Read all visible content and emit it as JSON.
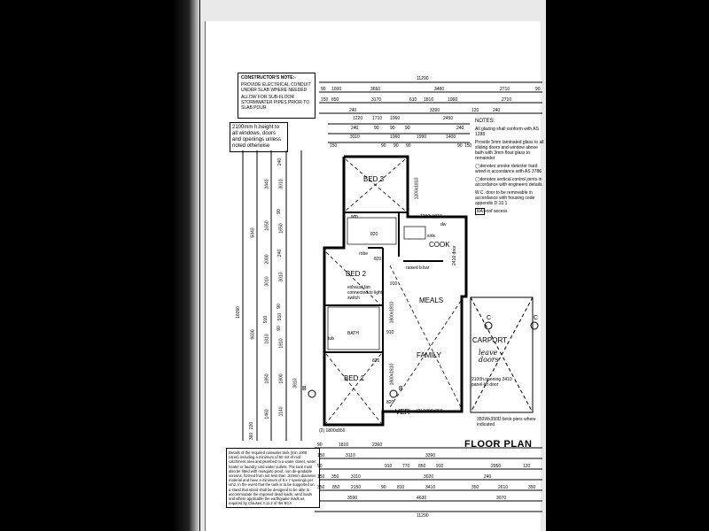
{
  "constructor_note": {
    "title": "CONSTRUCTOR'S NOTE:-",
    "item1": "PROVIDE ELECTRICAL CONDUIT UNDER SLAB WHERE NEEDED",
    "item2": "ALLOW FOR SUB-FLOOR STORMWATER PIPES PRIOR TO SLAB POUR"
  },
  "height_note": "2100mm h.height to all windows, doors and openings unless noted otherwise",
  "notes": {
    "title": "NOTES:",
    "items": [
      "All glazing shall conform with AS 1288",
      "Provide 5mm laminated glass to all sliding doors and window above bath with 3mm float glass to remainder",
      "denotes smoke detector hard wired in accordance with AS 3786",
      "denotes vertical control joints in accordance with engineers details.",
      "W.C. door to be removable in accordance with housing code appendix D.10.1",
      "roof access"
    ],
    "ra_badge": "RA"
  },
  "rooms": {
    "bed3": "BED 3",
    "bed2": "BED 2",
    "bed1": "BED 1",
    "cook": "COOK",
    "meals": "MEALS",
    "family": "FAMILY",
    "carport": "CARPORT",
    "ver": "VER",
    "bath": "BATH",
    "wm": "wm",
    "sink": "sink",
    "raised_bar": "raised b.bar",
    "exhaust": "exhaust fan connected to light switch",
    "dw": "dw",
    "tub": "tub",
    "robe": "robe"
  },
  "handwritten": "leave doors",
  "title": "FLOOR PLAN",
  "opening_note": "2100h.opening 2410 panel-lift door",
  "piers_note": "350Wx350D brick piers where indicated",
  "door_note": "2410 door",
  "tank_note": "Details of the required rainwater tank (min 1000 Litres) including a minimum of 50 m2 of roof catchment area and plumbed to a water closet, water heater or laundry cold water outlets. The tank must also be fitted with mosquito proof, non de-gradable screens, formed from not less than .315mm diameter material and have a minimum of 6 x 7 openings per cm2. In the event that the tank is to be supported on a stand that stand shall be designed to be able to accommodate the imposed dead loads, wind loads and where applicable the earthquake loads as required by Clauses 3.11.2 of the BCA",
  "dims": {
    "top_total": "11290",
    "top_row1": [
      "90",
      "1000",
      "3650",
      "3480",
      "2710",
      "90"
    ],
    "top_row2": [
      "150",
      "850",
      "3170",
      "610",
      "1810",
      "1060",
      "2710"
    ],
    "top_row3": [
      "240",
      "3390",
      "120",
      "240"
    ],
    "top_row4": [
      "1220",
      "1710",
      "1060",
      "2450"
    ],
    "top_row5": [
      "240",
      "90",
      "90",
      "90",
      "240"
    ],
    "top_row6": [
      "3110",
      "1060",
      "1990",
      "1400"
    ],
    "top_row7": [
      "150",
      "90",
      "90",
      "90",
      "90",
      "150"
    ],
    "left_total": "16090",
    "left_col1": [
      "5440",
      "9030",
      "220",
      "360"
    ],
    "left_col2": [
      "3440",
      "1650",
      "2000",
      "3010",
      "910",
      "1810",
      "1850",
      "1460"
    ],
    "left_col3": [
      "240",
      "3010",
      "90",
      "1650",
      "240",
      "3010",
      "90",
      "910",
      "90",
      "1810",
      "1800",
      "1140",
      "3810"
    ],
    "bottom_total": "11290",
    "bottom_row1": [
      "90",
      "1810",
      "2360"
    ],
    "bottom_row2": [
      "150",
      "3110",
      "3390"
    ],
    "bottom_row3": [
      "90",
      "910",
      "770",
      "850",
      "910",
      "2950",
      "120"
    ],
    "bottom_row4": [
      "150",
      "350",
      "3110",
      "3020",
      "240"
    ],
    "bottom_row5": [
      "350",
      "850",
      "2150",
      "90",
      "810",
      "3410",
      "350",
      "2610",
      "350"
    ],
    "bottom_row6": [
      "3590",
      "4630",
      "3070"
    ],
    "bottom_pier_labels": [
      "(2) 1800x850",
      "(2) 1800x850"
    ],
    "internal": [
      "820",
      "820",
      "820",
      "820",
      "1200x1810",
      "1200x1810",
      "1800x1810",
      "1800x1810",
      "910",
      "910"
    ]
  },
  "section_markers": {
    "b": "B",
    "c": "C"
  }
}
